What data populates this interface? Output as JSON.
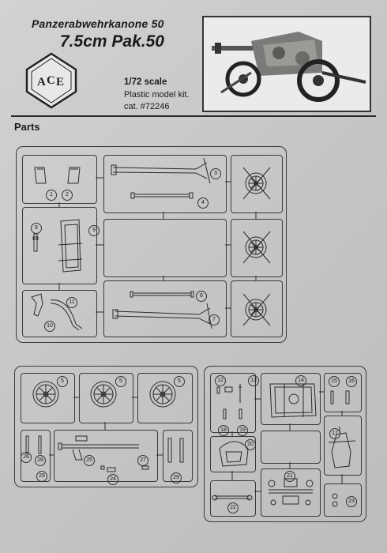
{
  "header": {
    "title_line1": "Panzerabwehrkanone 50",
    "title_line2": "7.5cm Pak.50",
    "scale": "1/72 scale",
    "kit_type": "Plastic model kit.",
    "catalog": "cat. #72246",
    "logo_text": "ACE"
  },
  "section_title": "Parts",
  "part_numbers": {
    "p1": "1",
    "p2": "2",
    "p3": "3",
    "p4": "4",
    "p5a": "5",
    "p5b": "5",
    "p5c": "5",
    "p6": "6",
    "p7": "7",
    "p8": "8",
    "p9": "9",
    "p10": "10",
    "p11": "11",
    "p12": "12",
    "p13": "13",
    "p14": "14",
    "p15": "15",
    "p16": "16",
    "p17": "17",
    "p18": "18",
    "p19": "19",
    "p20": "20",
    "p21": "21",
    "p22": "22",
    "p23": "23",
    "p24": "24",
    "p25": "25",
    "p26": "26",
    "p27": "27",
    "p28": "28",
    "p29a": "29",
    "p29b": "29"
  }
}
